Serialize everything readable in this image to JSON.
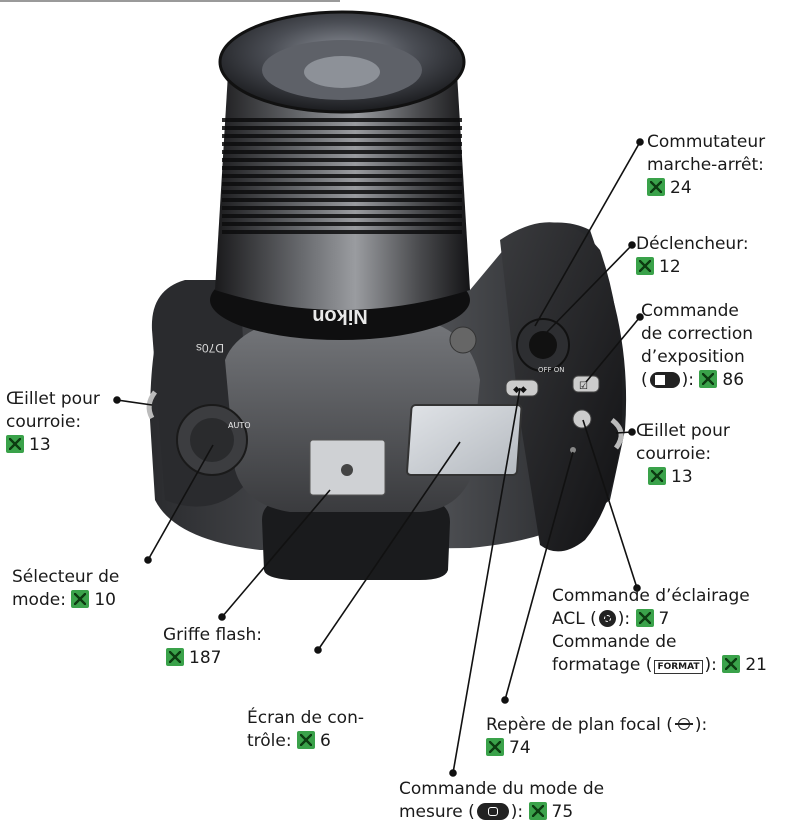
{
  "camera": {
    "brand_text": "Nikon",
    "model_text": "D70s",
    "mode_dial_text": "AUTO",
    "button_left_text": "◆◆",
    "button_right_text": "☑",
    "switch_text": "OFF ON"
  },
  "callouts": {
    "power_switch": {
      "line1": "Commutateur",
      "line2": "marche-arrêt:",
      "page": "24"
    },
    "shutter": {
      "line1": "Déclencheur:",
      "page": "12"
    },
    "exposure": {
      "line1": "Commande",
      "line2": "de correction",
      "line3": "d’exposition",
      "line4_pre": "(",
      "line4_post": "):",
      "page": "86"
    },
    "strap_left": {
      "line1": "Œillet pour",
      "line2": "courroie:",
      "page": "13"
    },
    "strap_right": {
      "line1": "Œillet pour",
      "line2": "courroie:",
      "page": "13"
    },
    "mode_dial": {
      "line1": "Sélecteur de",
      "line2": "mode:",
      "page": "10"
    },
    "hot_shoe": {
      "line1": "Griffe flash:",
      "page": "187"
    },
    "lcd_light": {
      "line1": "Commande d’éclairage",
      "line2_pre": "ACL (",
      "line2_post": "):",
      "page": "7",
      "line3": "Commande de",
      "line4_pre": "formatage (",
      "line4_icon": "FORMAT",
      "line4_post": "):",
      "page2": "21"
    },
    "control_panel": {
      "line1": "Écran de con-",
      "line2": "trôle:",
      "page": "6"
    },
    "focal_plane": {
      "line1_pre": "Repère de plan focal (",
      "line1_post": "):",
      "page": "74"
    },
    "metering": {
      "line1": "Commande du mode de",
      "line2_pre": "mesure (",
      "line2_post": "):",
      "page": "75"
    }
  },
  "colors": {
    "page_icon": "#3aa24a",
    "body": "#1c1c1e"
  }
}
